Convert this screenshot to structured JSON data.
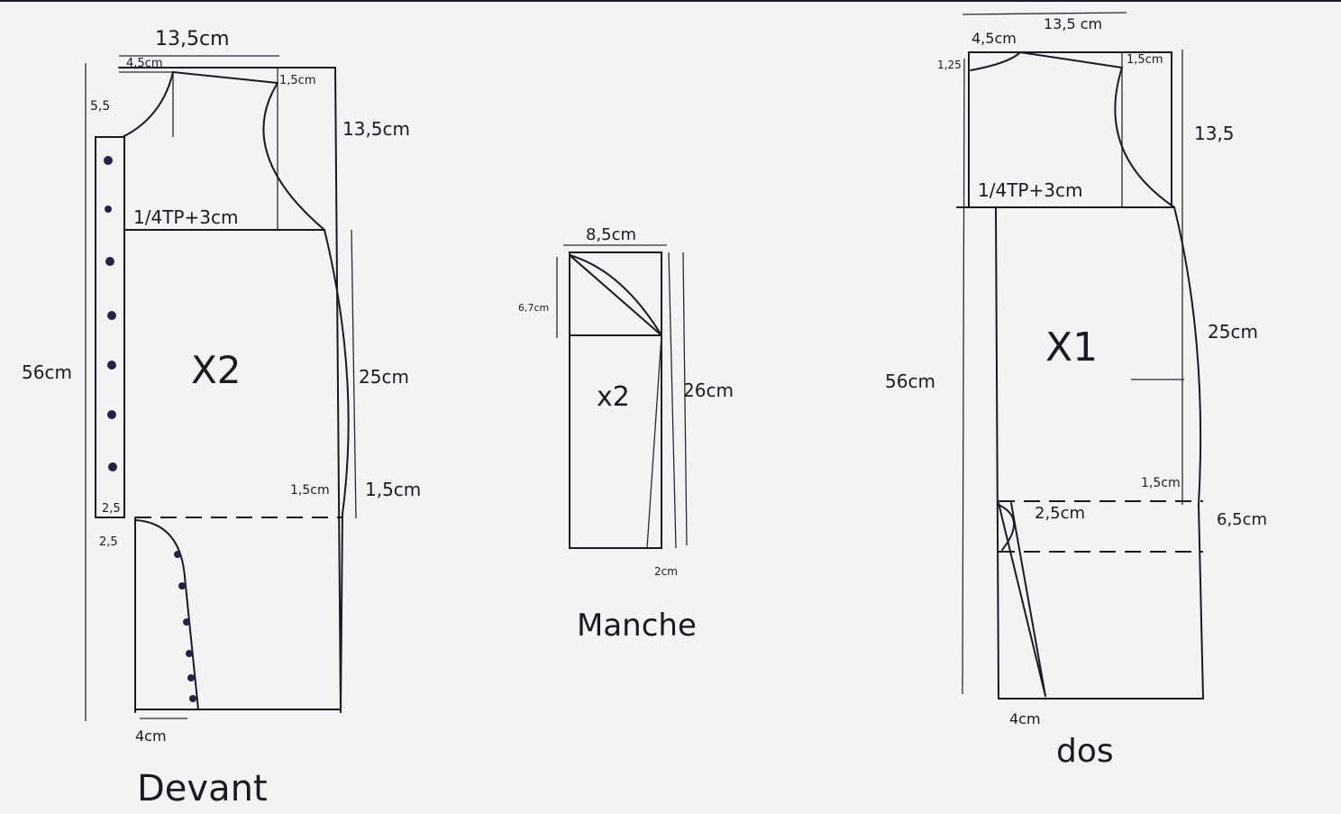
{
  "devant": {
    "title": "Devant",
    "count": "X2",
    "width": "13,5cm",
    "neck_width": "4,5cm",
    "neck_depth": "5,5",
    "shoulder_drop": "1,5cm",
    "armhole_depth": "13,5cm",
    "chest": "1/4TP+3cm",
    "length": "56cm",
    "side": "25cm",
    "waist_in": "1,5cm",
    "waist_drop": "1,5cm",
    "placket_top": "2,5",
    "placket_curve": "2,5",
    "hem": "4cm"
  },
  "manche": {
    "title": "Manche",
    "count": "x2",
    "width": "8,5cm",
    "cap": "6,7cm",
    "length": "26cm",
    "hem_in": "2cm"
  },
  "dos": {
    "title": "dos",
    "count": "X1",
    "width": "13,5 cm",
    "neck_width": "4,5cm",
    "neck_depth": "1,25",
    "shoulder_drop": "1,5cm",
    "armhole_depth": "13,5",
    "chest": "1/4TP+3cm",
    "length": "56cm",
    "side": "25cm",
    "waist_in": "1,5cm",
    "vent": "2,5cm",
    "waist_band": "6,5cm",
    "hem": "4cm"
  }
}
